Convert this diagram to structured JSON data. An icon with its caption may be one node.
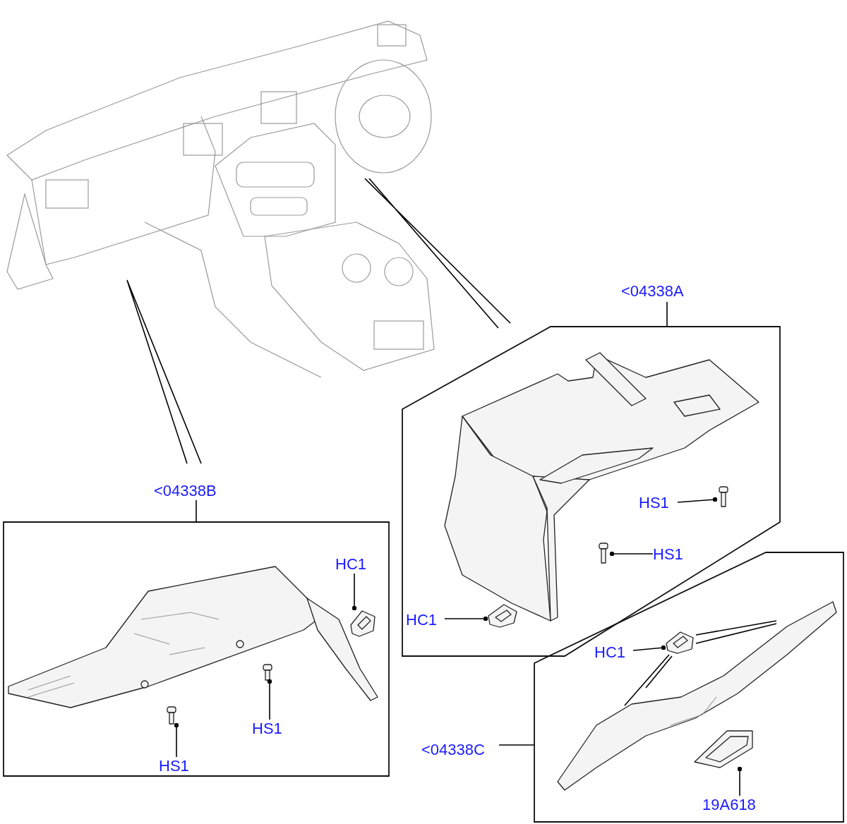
{
  "diagram": {
    "nodes": [
      {
        "text": [],
        "shape": "picture"
      },
      {
        "text": [],
        "shape": "box"
      },
      {
        "text": [
          "<04338A"
        ]
      },
      {
        "text": [],
        "shape": "picture",
        "in": 1
      },
      {
        "text": [],
        "shape": "picture",
        "in": 1
      },
      {
        "text": [
          "HS1"
        ],
        "in": 1
      },
      {
        "text": [],
        "shape": "picture",
        "in": 1
      },
      {
        "text": [
          "HS1"
        ],
        "in": 1
      },
      {
        "text": [],
        "shape": "picture",
        "in": 1
      },
      {
        "text": [
          "HC1"
        ],
        "in": 1
      },
      {
        "text": [],
        "shape": "box"
      },
      {
        "text": [
          "<04338B"
        ]
      },
      {
        "text": [],
        "shape": "picture",
        "in": 10
      },
      {
        "text": [
          "HC1"
        ],
        "in": 10
      },
      {
        "text": [],
        "shape": "picture",
        "in": 10
      },
      {
        "text": [],
        "shape": "picture",
        "in": 10
      },
      {
        "text": [
          "HS1"
        ],
        "in": 10
      },
      {
        "text": [],
        "shape": "picture",
        "in": 10
      },
      {
        "text": [
          "HS1"
        ],
        "in": 10
      },
      {
        "text": [],
        "shape": "box"
      },
      {
        "text": [
          "<04338C"
        ]
      },
      {
        "text": [],
        "shape": "picture",
        "in": 19
      },
      {
        "text": [],
        "shape": "picture",
        "in": 19
      },
      {
        "text": [
          "HC1"
        ],
        "in": 19
      },
      {
        "text": [],
        "shape": "picture",
        "in": 19
      },
      {
        "text": [
          "19A618"
        ],
        "in": 19
      }
    ],
    "edges": [
      {
        "from": 0,
        "to": 1,
        "arrow": "none"
      },
      {
        "from": 0,
        "to": 11,
        "arrow": "none"
      },
      {
        "from": 2,
        "to": 1,
        "arrow": "none"
      },
      {
        "from": 5,
        "to": 4,
        "arrow": "other"
      },
      {
        "from": 7,
        "to": 6,
        "arrow": "other"
      },
      {
        "from": 9,
        "to": 8,
        "arrow": "other"
      },
      {
        "from": 11,
        "to": 10,
        "arrow": "none"
      },
      {
        "from": 13,
        "to": 14,
        "arrow": "other"
      },
      {
        "from": 16,
        "to": 15,
        "arrow": "other"
      },
      {
        "from": 18,
        "to": 17,
        "arrow": "other"
      },
      {
        "from": 20,
        "to": 19,
        "arrow": "none"
      },
      {
        "from": 23,
        "to": 22,
        "arrow": "other"
      },
      {
        "from": 22,
        "to": 21,
        "arrow": "none"
      },
      {
        "from": 22,
        "to": 21,
        "arrow": "none"
      },
      {
        "from": 25,
        "to": 24,
        "arrow": "other"
      }
    ]
  }
}
